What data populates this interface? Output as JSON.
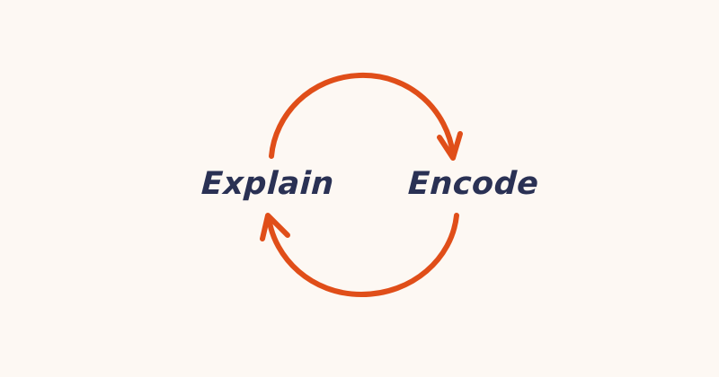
{
  "diagram": {
    "type": "cycle",
    "title": "Explain / Encode cycle",
    "background_color": "#fdf8f3",
    "accent_color": "#e04e19",
    "text_color": "#2a3154",
    "nodes": [
      {
        "id": "explain",
        "label": "Explain"
      },
      {
        "id": "encode",
        "label": "Encode"
      }
    ],
    "arrows": [
      {
        "id": "explain-to-encode",
        "from": "explain",
        "to": "encode",
        "direction": "clockwise-top",
        "color": "#e04e19",
        "stroke_width": 6
      },
      {
        "id": "encode-to-explain",
        "from": "encode",
        "to": "explain",
        "direction": "clockwise-bottom",
        "color": "#e04e19",
        "stroke_width": 6
      }
    ]
  },
  "icons": {
    "arrow_top": "curved-arrow-right-icon",
    "arrow_bottom": "curved-arrow-left-icon"
  }
}
